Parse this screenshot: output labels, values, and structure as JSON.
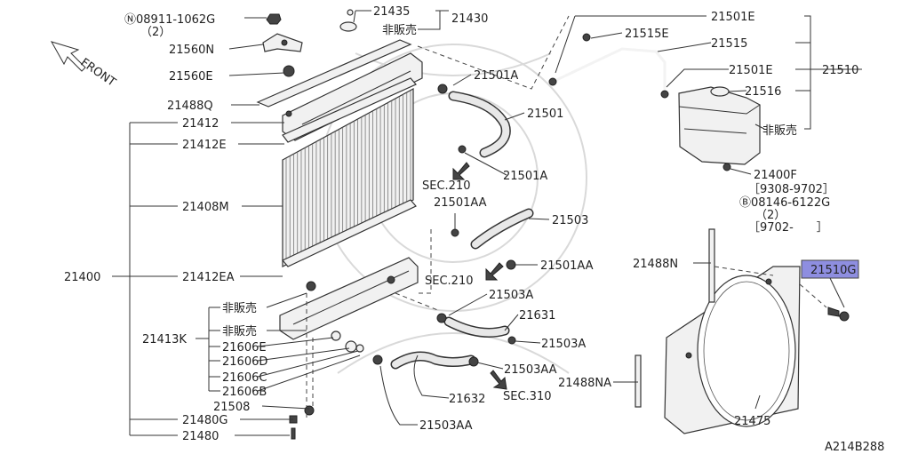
{
  "diagram": {
    "direction_label": "FRONT",
    "drawing_code": "A214B288",
    "callouts": {
      "c08911": "Ⓝ08911-1062G",
      "c08911q": "（2）",
      "c21560N": "21560N",
      "c21560E": "21560E",
      "c21488Q": "21488Q",
      "c21412": "21412",
      "c21412E": "21412E",
      "c21408M": "21408M",
      "c21400": "21400",
      "c21412EA": "21412EA",
      "cNS1": "非販売",
      "cNS2": "非販売",
      "c21413K": "21413K",
      "c21606E": "21606E",
      "c21606D": "21606D",
      "c21606C": "21606C",
      "c21606B": "21606B",
      "c21508": "21508",
      "c21480G": "21480G",
      "c21480": "21480",
      "c21435": "21435",
      "c21430": "21430",
      "cNS3": "非販売",
      "c21501A1": "21501A",
      "c21501": "21501",
      "c21501A2": "21501A",
      "cSEC210a": "SEC.210",
      "c21501AA1": "21501AA",
      "c21503": "21503",
      "c21501AA2": "21501AA",
      "cSEC210b": "SEC.210",
      "c21503A1": "21503A",
      "c21631": "21631",
      "c21503A2": "21503A",
      "c21503AA1": "21503AA",
      "c21632": "21632",
      "cSEC310": "SEC.310",
      "c21503AA2": "21503AA",
      "c21501E1": "21501E",
      "c21515E": "21515E",
      "c21515": "21515",
      "c21501E2": "21501E",
      "c21510": "21510",
      "c21516": "21516",
      "cNS4": "非販売",
      "c21400F": "21400F",
      "c9308": "［9308-9702］",
      "c08146": "Ⓑ08146-6122G",
      "c08146q": "（2）",
      "c9702": "［9702-　　］",
      "c21488N": "21488N",
      "c21510G": "21510G",
      "c21488NA": "21488NA",
      "c21475": "21475"
    }
  }
}
